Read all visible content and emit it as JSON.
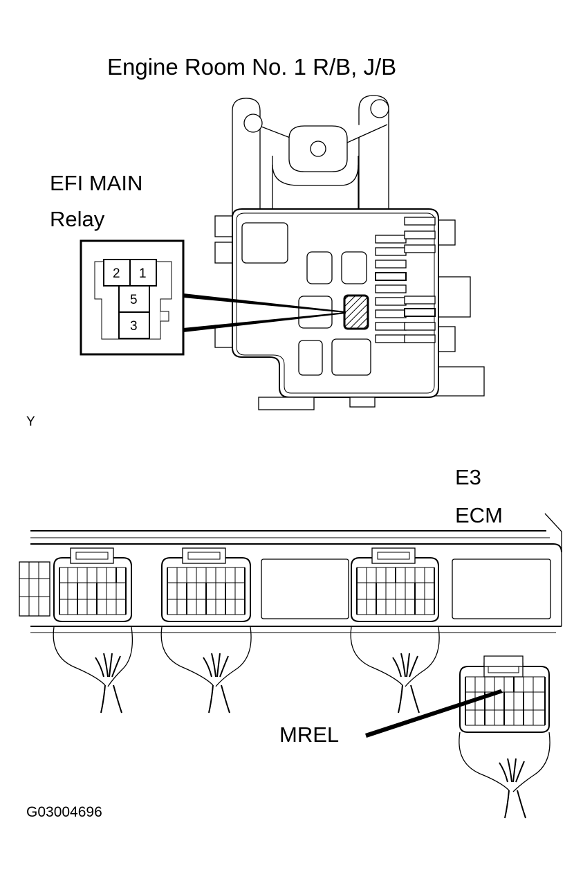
{
  "figure": {
    "title": "Engine Room No. 1 R/B, J/B",
    "figure_id": "G03004696",
    "wire_color_code": "Y"
  },
  "relay": {
    "name_line1": "EFI MAIN",
    "name_line2": "Relay",
    "pins": [
      {
        "number": "2",
        "row": "top",
        "position": "left"
      },
      {
        "number": "1",
        "row": "top",
        "position": "right"
      },
      {
        "number": "5",
        "row": "middle",
        "position": "center"
      },
      {
        "number": "3",
        "row": "bottom",
        "position": "center"
      }
    ]
  },
  "ecm": {
    "connector_id": "E3",
    "module_label": "ECM",
    "terminal_label": "MREL"
  }
}
